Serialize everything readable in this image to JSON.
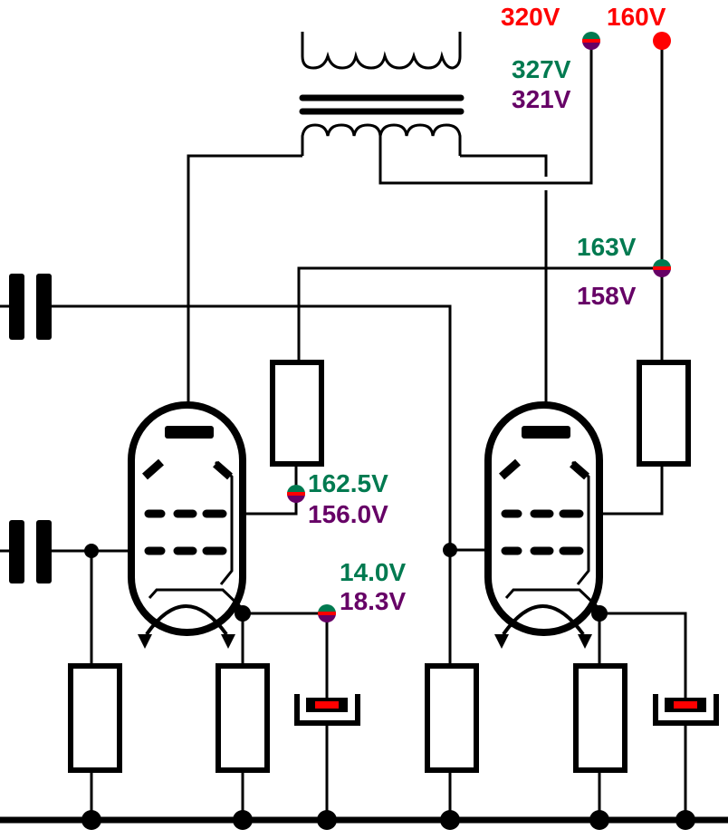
{
  "colors": {
    "supply": "#ff0000",
    "measured_a": "#007a50",
    "measured_b": "#660066"
  },
  "supply_labels": {
    "b_plus_high": "320V",
    "b_plus_low": "160V"
  },
  "measurements": {
    "anode_supply": {
      "a": "327V",
      "b": "321V"
    },
    "screen_supply": {
      "a": "163V",
      "b": "158V"
    },
    "screen_grid": {
      "a": "162.5V",
      "b": "156.0V"
    },
    "cathode": {
      "a": "14.0V",
      "b": "18.3V"
    }
  }
}
